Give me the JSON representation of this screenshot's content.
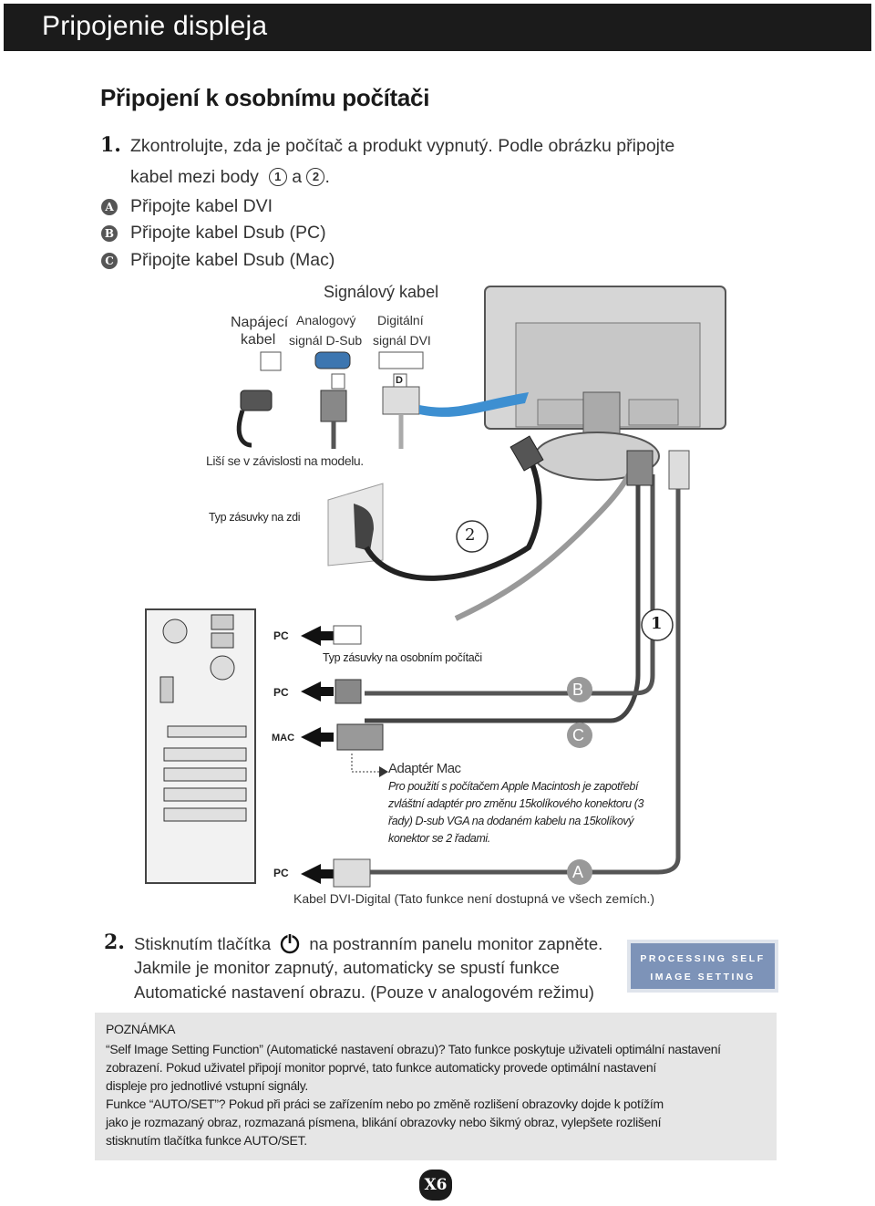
{
  "header": {
    "title": "Pripojenie displeja"
  },
  "section": {
    "title": "Připojení k  osobnímu počítači"
  },
  "step1": {
    "number": "1.",
    "line1": "Zkontrolujte, zda je počítač a  produkt vypnutý. Podle obrázku připojte",
    "line2_start": "kabel mezi body",
    "marker1": "1",
    "connector": "a",
    "marker2": "2",
    "line2_end": ".",
    "items": [
      {
        "badge": "A",
        "text": "Připojte kabel DVI"
      },
      {
        "badge": "B",
        "text": "Připojte kabel Dsub (PC)"
      },
      {
        "badge": "C",
        "text": "Připojte kabel Dsub (Mac)"
      }
    ]
  },
  "diagram": {
    "signal_cable": "Signálový kabel",
    "power_cable_l1": "Napájecí",
    "power_cable_l2": "kabel",
    "analog_l1": "Analogový",
    "analog_l2": "signál D-Sub",
    "digital_l1": "Digitální",
    "digital_l2": "signál DVI",
    "dvi_letter": "D",
    "varies_note": "Liší se v závislosti na modelu.",
    "wall_outlet": "Typ zásuvky na zdi",
    "pc_outlet": "Typ zásuvky na osobním počítači",
    "marker_1": "1",
    "marker_2": "2",
    "label_pc1": "PC",
    "label_pc2": "PC",
    "label_mac": "MAC",
    "label_pc3": "PC",
    "letter_b": "B",
    "letter_c": "C",
    "letter_a": "A",
    "mac_adapter_title": "Adaptér Mac",
    "mac_adapter_l1": "Pro použití s počítačem Apple Macintosh je zapotřebí",
    "mac_adapter_l2": "zvláštní adaptér pro změnu 15kolíkového konektoru (3",
    "mac_adapter_l3": "řady) D-sub VGA na dodaném kabelu na 15kolíkový",
    "mac_adapter_l4": "konektor se 2  řadami.",
    "dvi_note": "Kabel DVI-Digital (Tato funkce není dostupná ve všech zemích.)"
  },
  "step2": {
    "number": "2.",
    "line1_start": "Stisknutím tlačítka",
    "power_icon": "power-icon",
    "line1_end": "na postranním panelu monitor zapněte.",
    "line2": "Jakmile je monitor zapnutý, automaticky se spustí funkce",
    "line3": "Automatické nastavení obrazu. (Pouze v analogovém režimu)"
  },
  "processing": {
    "line1": "PROCESSING SELF",
    "line2": "IMAGE SETTING"
  },
  "note": {
    "heading": "POZNÁMKA",
    "lines": [
      "“Self Image Setting Function” (Automatické nastavení obrazu)? Tato funkce poskytuje uživateli optimální nastavení",
      "zobrazení. Pokud uživatel připojí monitor poprvé, tato funkce automaticky provede optimální nastavení",
      "displeje pro jednotlivé vstupní signály.",
      "Funkce “AUTO/SET”? Pokud při práci se zařízením nebo po změně rozlišení obrazovky dojde k  potížím",
      "jako je rozmazaný obraz, rozmazaná písmena, blikání obrazovky nebo šikmý obraz, vylepšete rozlišení",
      "stisknutím tlačítka funkce AUTO/SET."
    ]
  },
  "page": {
    "number": "X6"
  },
  "colors": {
    "header_bg": "#1b1b1b",
    "cable_blue": "#3d8fd1",
    "note_bg": "#e6e6e6",
    "processing_bg": "#7d93b8"
  }
}
